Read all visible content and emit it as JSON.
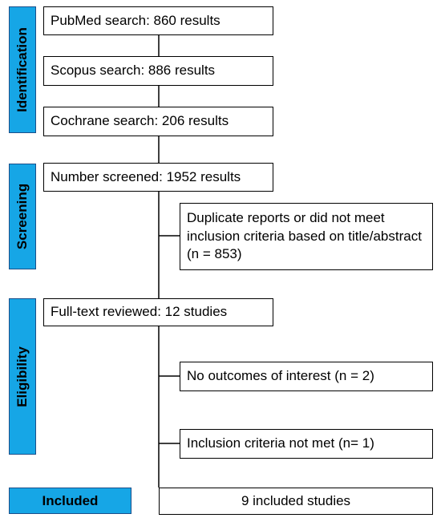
{
  "stages": {
    "identification": "Identification",
    "screening": "Screening",
    "eligibility": "Eligibility",
    "included": "Included"
  },
  "boxes": {
    "pubmed": "PubMed search: 860 results",
    "scopus": "Scopus search: 886 results",
    "cochrane": "Cochrane search: 206 results",
    "screened": "Number screened: 1952 results",
    "excluded_screening": "Duplicate reports or did not meet inclusion criteria based on title/abstract (n = 853)",
    "fulltext": "Full-text reviewed: 12 studies",
    "no_outcomes": "No outcomes of interest (n = 2)",
    "criteria_not_met": "Inclusion criteria not met (n= 1)",
    "included_studies": "9 included studies"
  },
  "colors": {
    "stage_fill": "#16a6e6",
    "stage_border": "#1a4f8a",
    "box_border": "#000000"
  }
}
